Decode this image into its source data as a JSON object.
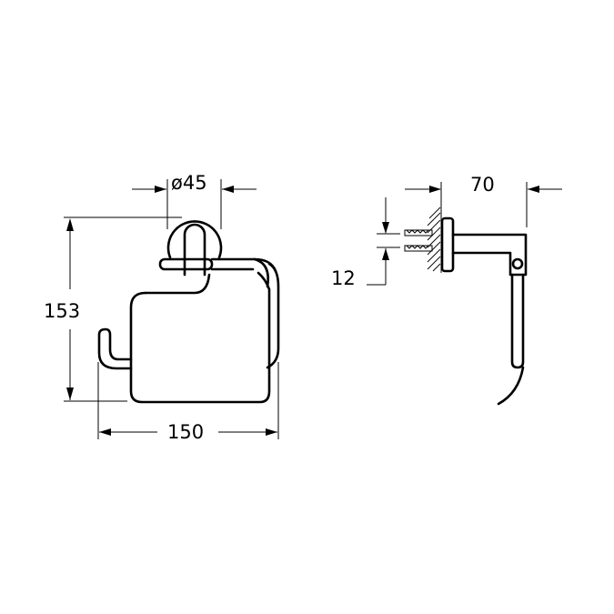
{
  "drawing": {
    "type": "technical dimension drawing",
    "subject": "toilet paper holder with cover",
    "views": [
      "front-view",
      "side-view"
    ]
  },
  "front_view": {
    "dimensions": {
      "diameter": "ø45",
      "height": "153",
      "width": "150"
    }
  },
  "side_view": {
    "dimensions": {
      "depth": "70",
      "screw_spacing": "12"
    }
  },
  "colors": {
    "line": "#000000",
    "background": "#ffffff"
  }
}
